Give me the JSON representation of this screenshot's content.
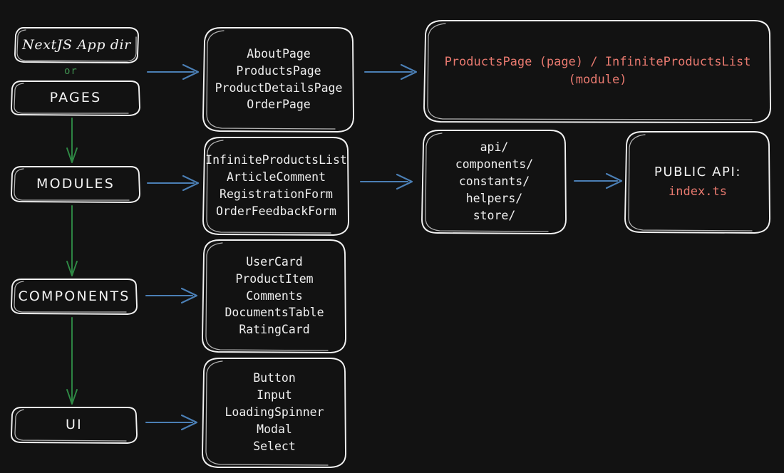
{
  "meta": {
    "background_color": "#121212",
    "stroke_color": "#f2f2f2",
    "blue_arrow_color": "#4b7fb5",
    "green_arrow_color": "#2f8a45",
    "accent_text_color": "#e8796f",
    "green_text_color": "#3f8f4f"
  },
  "nodes": {
    "next_app_dir": {
      "label": "NextJS App dir"
    },
    "or_connector": {
      "label": "or"
    },
    "pages": {
      "label": "PAGES"
    },
    "modules": {
      "label": "MODULES"
    },
    "components": {
      "label": "COMPONENTS"
    },
    "ui": {
      "label": "UI"
    },
    "pages_list": {
      "label": "AboutPage\nProductsPage\nProductDetailsPage\nOrderPage"
    },
    "modules_list": {
      "label": "InfiniteProductsList\nArticleComment\nRegistrationForm\nOrderFeedbackForm"
    },
    "components_list": {
      "label": "UserCard\nProductItem\nComments\nDocumentsTable\nRatingCard"
    },
    "ui_list": {
      "label": "Button\nInput\nLoadingSpinner\nModal\nSelect"
    },
    "page_module_example": {
      "label": "ProductsPage (page) / InfiniteProductsList\n(module)"
    },
    "module_internals": {
      "label": "api/\ncomponents/\nconstants/\nhelpers/\nstore/"
    },
    "public_api": {
      "title": "PUBLIC API:",
      "file": "index.ts"
    }
  }
}
